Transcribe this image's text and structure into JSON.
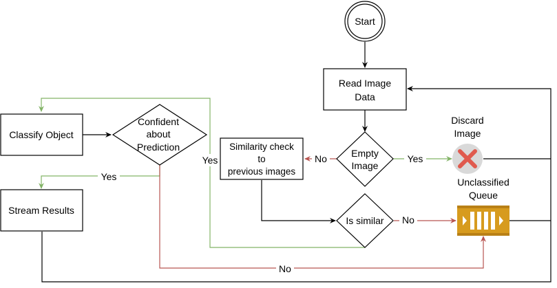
{
  "diagram": {
    "nodes": {
      "start": "Start",
      "read_image": [
        "Read Image",
        "Data"
      ],
      "empty_image": [
        "Empty",
        "Image"
      ],
      "discard_image": [
        "Discard",
        "Image"
      ],
      "similarity_check": [
        "Similarity check",
        "to",
        "previous images"
      ],
      "is_similar": "Is similar",
      "unclassified_queue": [
        "Unclassified",
        "Queue"
      ],
      "classify_object": "Classify Object",
      "confident": [
        "Confident",
        "about",
        "Prediction"
      ],
      "stream_results": "Stream Results"
    },
    "edges": {
      "empty_yes": "Yes",
      "empty_no": "No",
      "similar_yes": "Yes",
      "similar_no": "No",
      "confident_yes": "Yes",
      "confident_no": "No"
    },
    "colors": {
      "stroke": "#000000",
      "yes_edge": "#82b366",
      "no_edge": "#b85450",
      "discard_fill": "#f8cecc",
      "discard_icon_bg": "#d9d9d9",
      "discard_x": "#e05a4e",
      "queue_fill": "#d79b1e",
      "queue_light": "#f2d58a"
    }
  }
}
